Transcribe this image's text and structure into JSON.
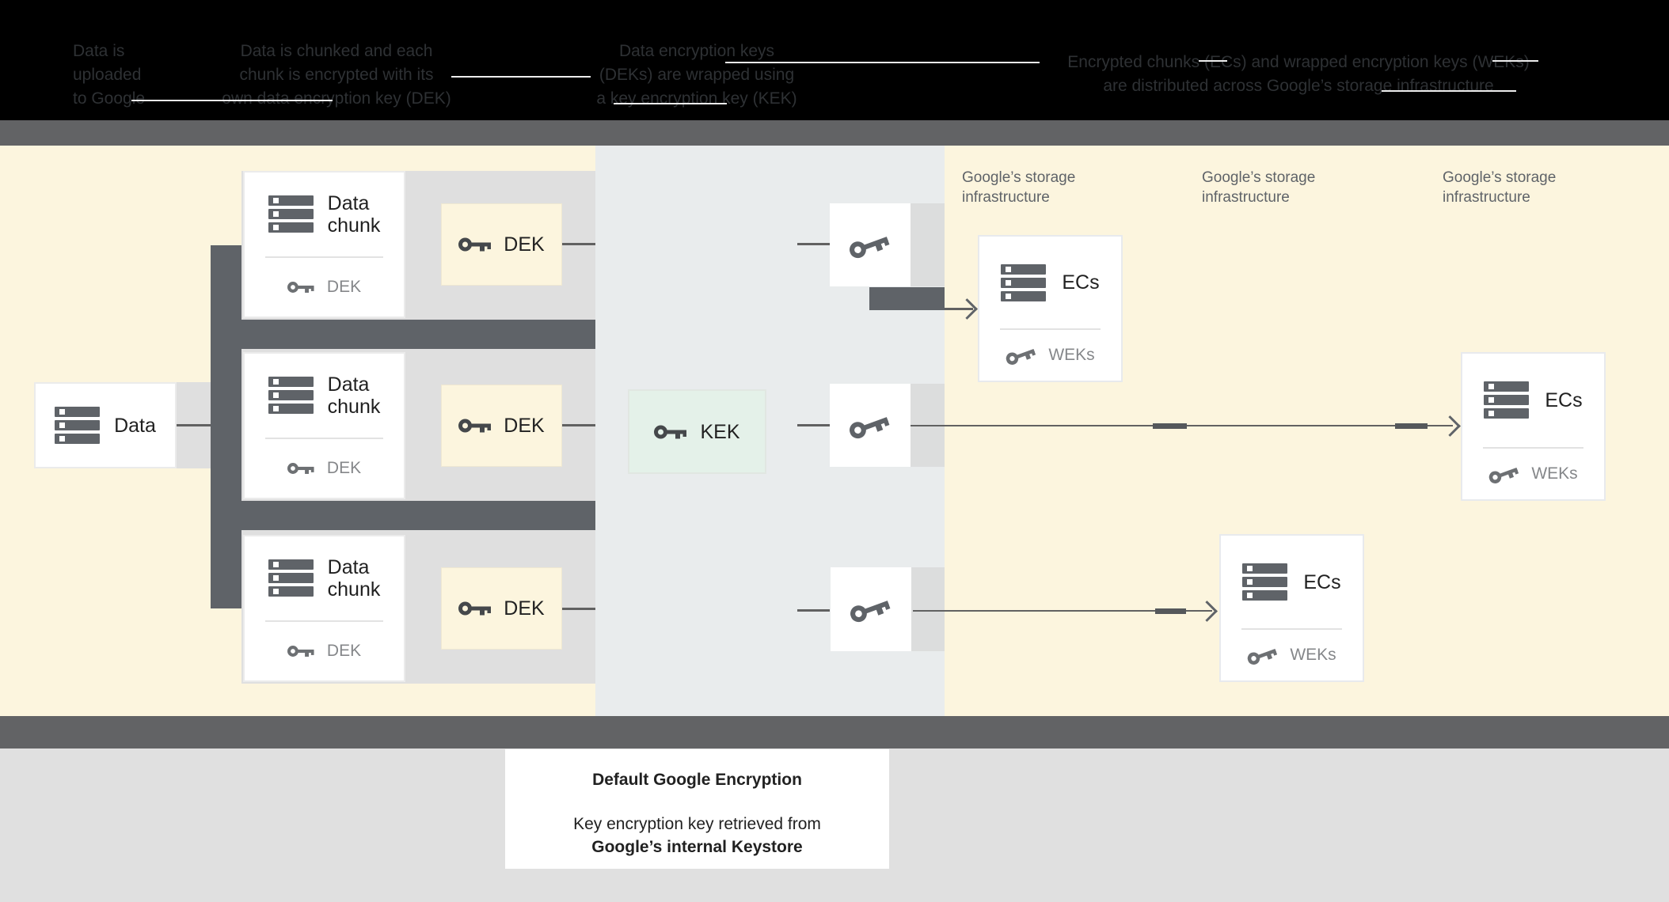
{
  "header_steps": {
    "col1_lines": [
      "Data is",
      "uploaded",
      "to Google"
    ],
    "col2_lines": [
      "Data is chunked and each",
      "chunk is encrypted with its",
      "own data encryption key (DEK)"
    ],
    "col3_lines": [
      "Data encryption keys",
      "(DEKs) are wrapped using",
      "a key encryption key (KEK)"
    ],
    "col4_lines": [
      "Encrypted chunks (ECs) and wrapped encryption keys (WEKs)",
      "are distributed across Google’s storage infrastructure"
    ]
  },
  "storage_labels": [
    {
      "line1": "Google’s storage",
      "line2": "infrastructure"
    },
    {
      "line1": "Google’s storage",
      "line2": "infrastructure"
    },
    {
      "line1": "Google’s storage",
      "line2": "infrastructure"
    }
  ],
  "data_box": {
    "label": "Data"
  },
  "chunks": [
    {
      "title_line1": "Data",
      "title_line2": "chunk",
      "key_label": "DEK"
    },
    {
      "title_line1": "Data",
      "title_line2": "chunk",
      "key_label": "DEK"
    },
    {
      "title_line1": "Data",
      "title_line2": "chunk",
      "key_label": "DEK"
    }
  ],
  "dek_boxes": [
    {
      "label": "DEK"
    },
    {
      "label": "DEK"
    },
    {
      "label": "DEK"
    }
  ],
  "kek_box": {
    "label": "KEK"
  },
  "ecs_boxes": [
    {
      "label": "ECs",
      "key_label": "WEKs"
    },
    {
      "label": "ECs",
      "key_label": "WEKs"
    },
    {
      "label": "ECs",
      "key_label": "WEKs"
    }
  ],
  "caption": {
    "title": "Default Google Encryption",
    "body_line1": "Key encryption key retrieved from",
    "body_line2": "Google’s internal Keystore"
  },
  "colors": {
    "background_cream": "#fcf5de",
    "middle_section": "#e9eced",
    "panel_gray": "#dfdfdf",
    "shape_dark": "#5f6368",
    "kek_fill": "#e4f1e9",
    "bottom_gray": "#e0e0e0",
    "header_black": "#000000"
  }
}
